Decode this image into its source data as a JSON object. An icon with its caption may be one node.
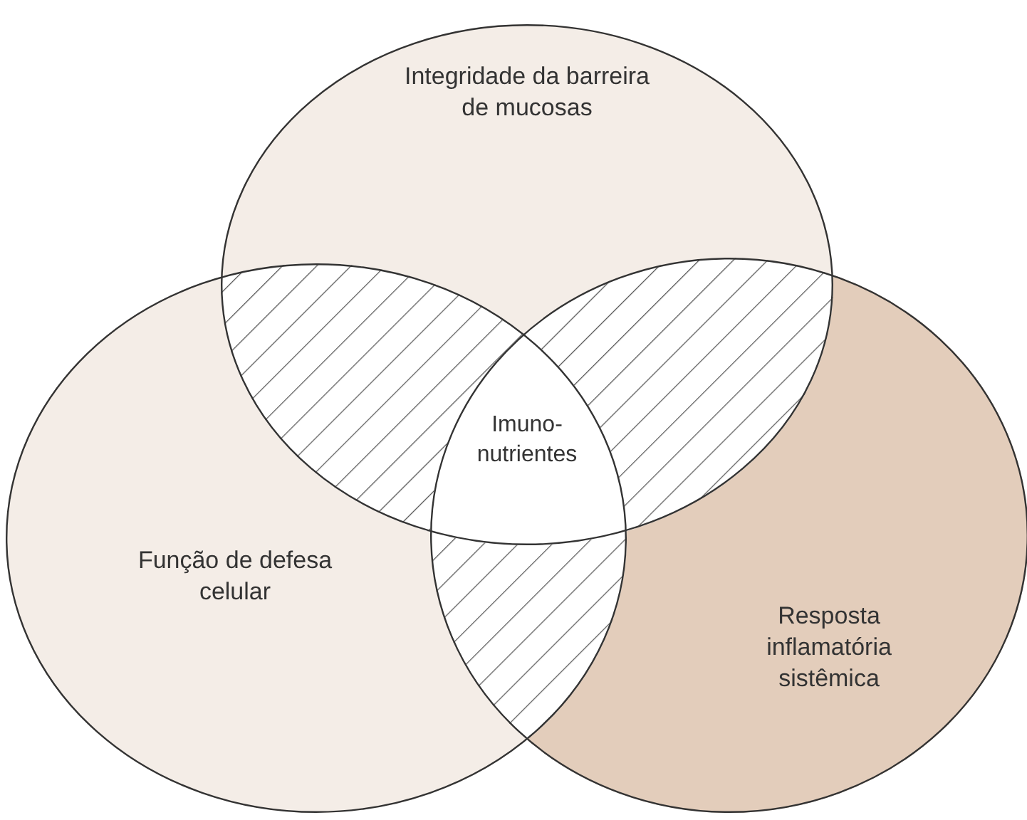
{
  "diagram": {
    "nodes": [
      {
        "text": [
          "Integridade da barreira de mucosas"
        ]
      },
      {
        "text": [
          "Função de defesa celular"
        ]
      },
      {
        "text": [
          "Resposta inflamatória sistêmica"
        ]
      },
      {
        "text": [
          "Imuno- nutrientes"
        ]
      }
    ]
  }
}
